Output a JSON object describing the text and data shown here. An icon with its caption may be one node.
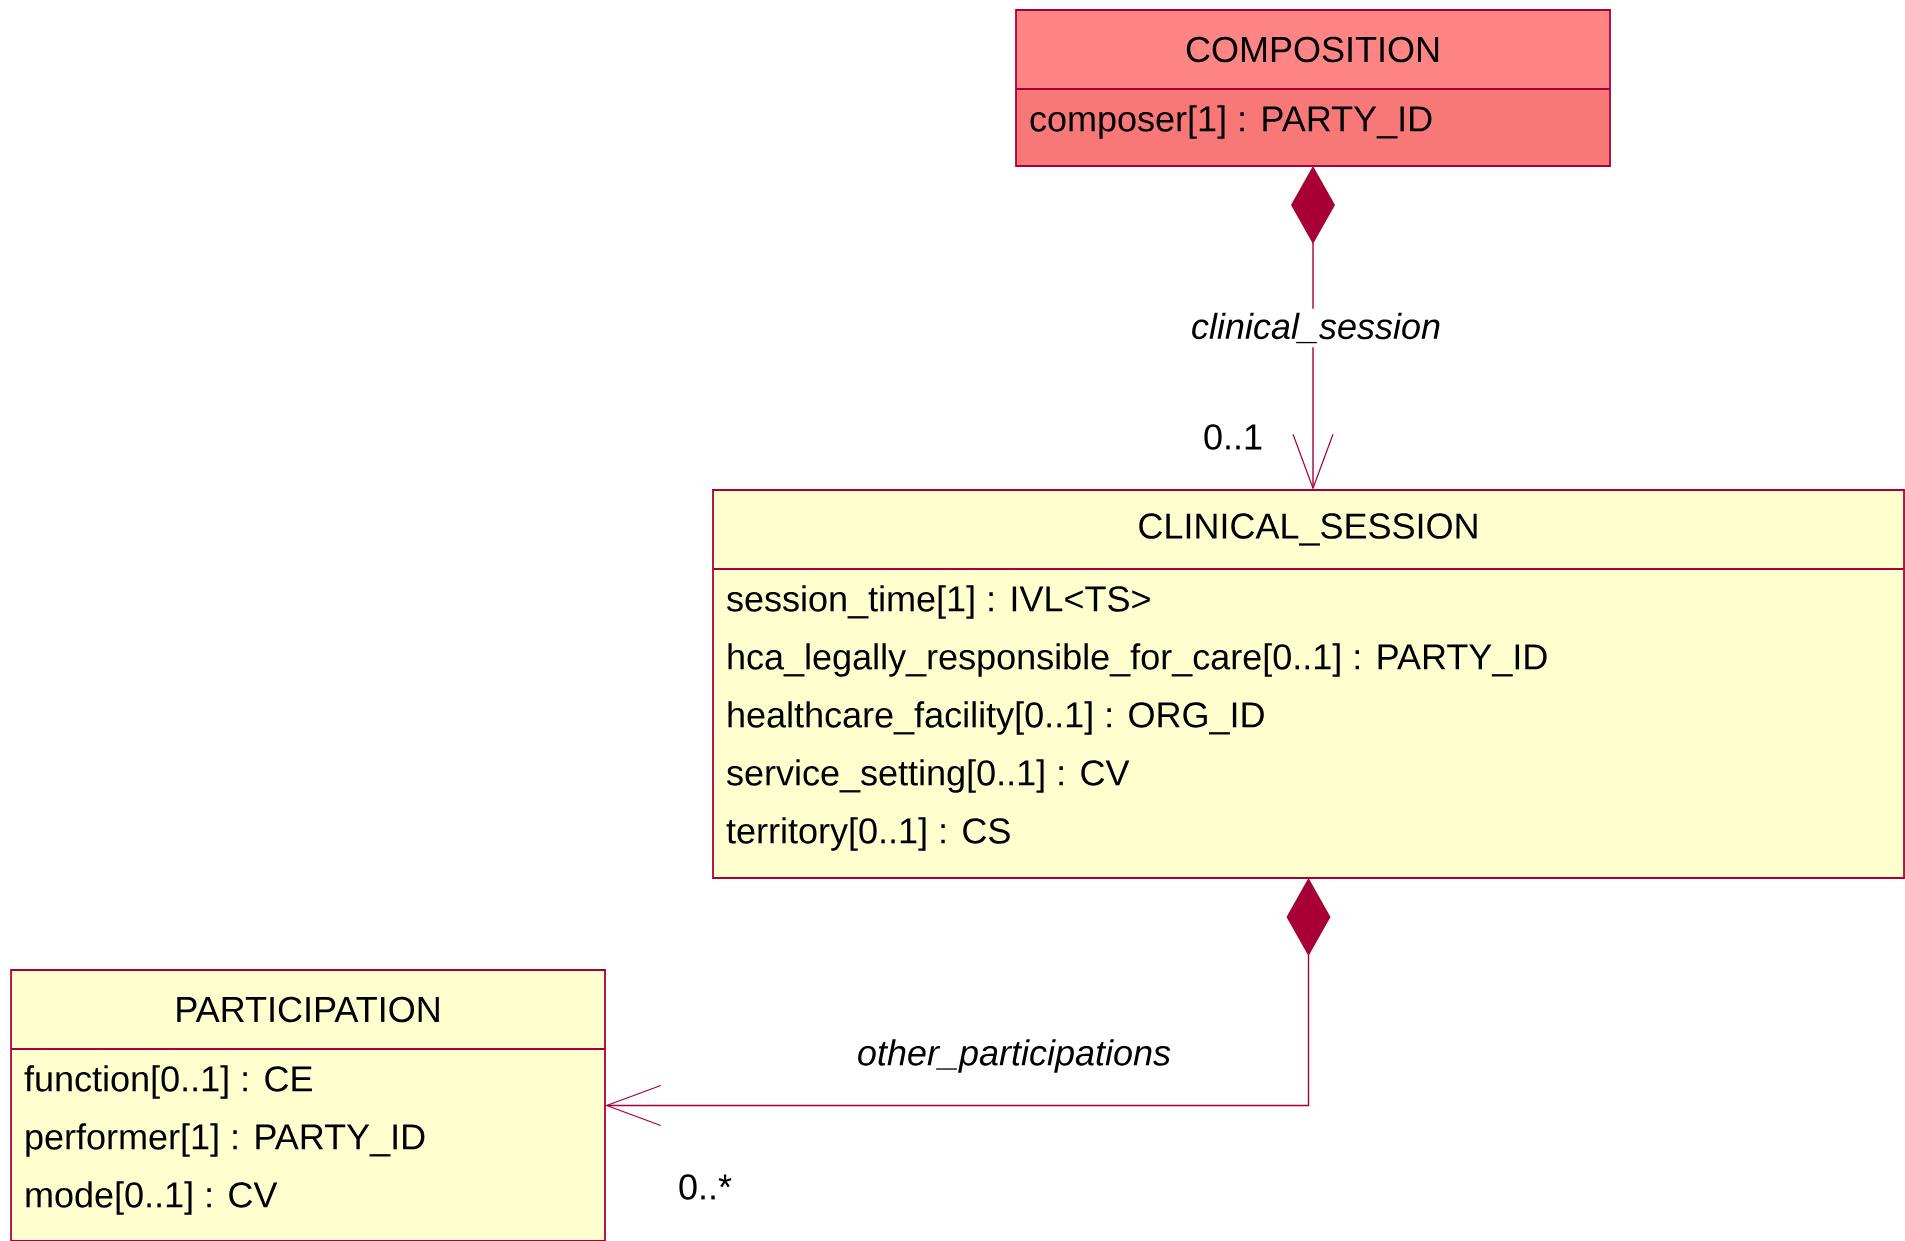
{
  "diagram": {
    "nodes": [
      {
        "text": [
          "COMPOSITION",
          "composer[1] : PARTY_ID"
        ]
      },
      {
        "text": [
          "CLINICAL_SESSION",
          "session_time[1] : IVL<TS>",
          "hca_legally_responsible_for_care[0..1] : PARTY_ID",
          "healthcare_facility[0..1] : ORG_ID",
          "service_setting[0..1] : CV",
          "territory[0..1] : CS"
        ]
      },
      {
        "text": [
          "PARTICIPATION",
          "function[0..1] : CE",
          "performer[1] : PARTY_ID",
          "mode[0..1] : CV"
        ]
      }
    ],
    "edges": [
      {
        "from": 0,
        "to": 1,
        "arrow": "to",
        "label": "clinical_session"
      },
      {
        "from": 1,
        "to": 2,
        "arrow": "to",
        "label": "other_participations"
      }
    ],
    "labels": [
      "0..1",
      "0..*"
    ]
  }
}
